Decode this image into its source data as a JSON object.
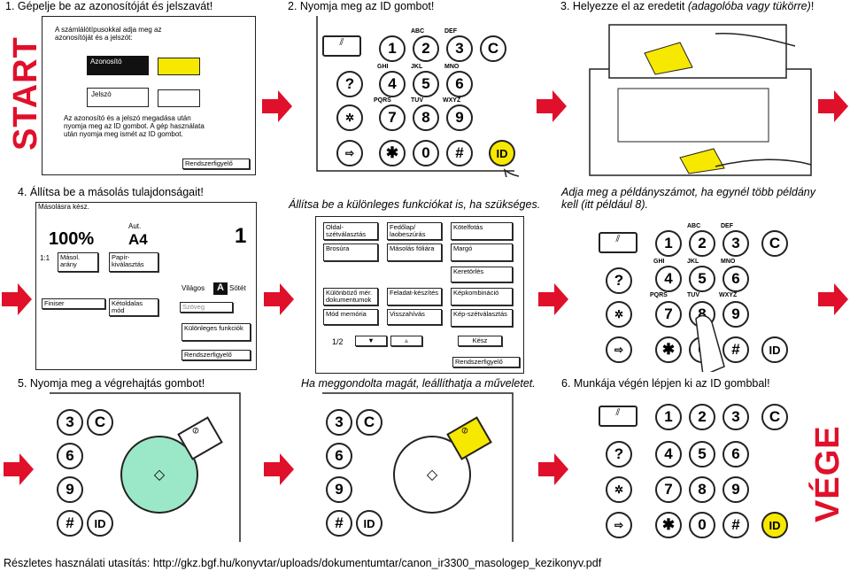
{
  "steps": {
    "s1": "1. Gépelje be az azonosítóját és jelszavát!",
    "s2": "2. Nyomja meg az ID gombot!",
    "s3_pre": "3. Helyezze el az eredetit ",
    "s3_it": "(adagolóba vagy tükörre)",
    "s3_post": "!",
    "s4": "4. Állítsa be a másolás tulajdonságait!",
    "s4b": "Állítsa be a különleges funkciókat is, ha szükséges.",
    "s4c1": "Adja meg a példányszámot, ha egynél több példány",
    "s4c2": "kell (itt például 8).",
    "s5": "5. Nyomja meg a végrehajtás gombot!",
    "s5b": "Ha meggondolta magát, leállíthatja a műveletet.",
    "s6": "6. Munkája végén lépjen ki az ID gombbal!"
  },
  "start_label": "START",
  "end_label": "VÉGE",
  "login_screen": {
    "prompt": "A számlálótípusokkal adja meg az azonosítóját és a jelszót:",
    "id_button": "Azonosító",
    "pwd_button": "Jelszó",
    "note": "Az azonosító és a jelszó megadása után nyomja meg az ID gombot. A gép használata után nyomja meg ismét az ID gombot.",
    "monitor": "Rendszerfigyelő"
  },
  "copy_screen": {
    "ready": "Másolásra kész.",
    "count": "100%",
    "auto": "Aut.",
    "paper": "A4",
    "copies": "1",
    "ratio": "1:1",
    "ratio_btn": "Másol. arány",
    "paper_btn": "Papír-kiválasztás",
    "light": "Világos",
    "dark": "Sötét",
    "mode": "A",
    "text": "Szöveg",
    "finisher": "Finiser",
    "duplex": "Kétoldalas mód",
    "special": "Különleges funkciók",
    "monitor": "Rendszerfigyelő"
  },
  "special_screen": {
    "buttons": [
      "Oldal-szétválasztás",
      "Fedőlap/ laobeszúrás",
      "Kötelfotás",
      "Brosúra",
      "Másolás fóliára",
      "Margó",
      "Keretörlés",
      "Különböző mér. dokumentumok",
      "Feladat-készítés",
      "Képkombináció",
      "Mód memória",
      "Visszahívás",
      "Kép-szétválasztás"
    ],
    "page": "1/2",
    "done": "Kész",
    "monitor": "Rendszerfigyelő"
  },
  "keypad": {
    "keys": [
      "1",
      "2",
      "3",
      "C",
      "?",
      "4",
      "5",
      "6",
      "7",
      "8",
      "9",
      "0",
      "#",
      "ID"
    ],
    "letters": [
      "ABC",
      "DEF",
      "GHI",
      "JKL",
      "MNO",
      "PQRS",
      "TUV",
      "WXYZ"
    ]
  },
  "footer": "Részletes használati utasítás: http://gkz.bgf.hu/konyvtar/uploads/dokumentumtar/canon_ir3300_masologep_kezikonyv.pdf",
  "colors": {
    "red": "#e0102a",
    "yellow": "#f7e800",
    "green": "#9be8c8"
  }
}
